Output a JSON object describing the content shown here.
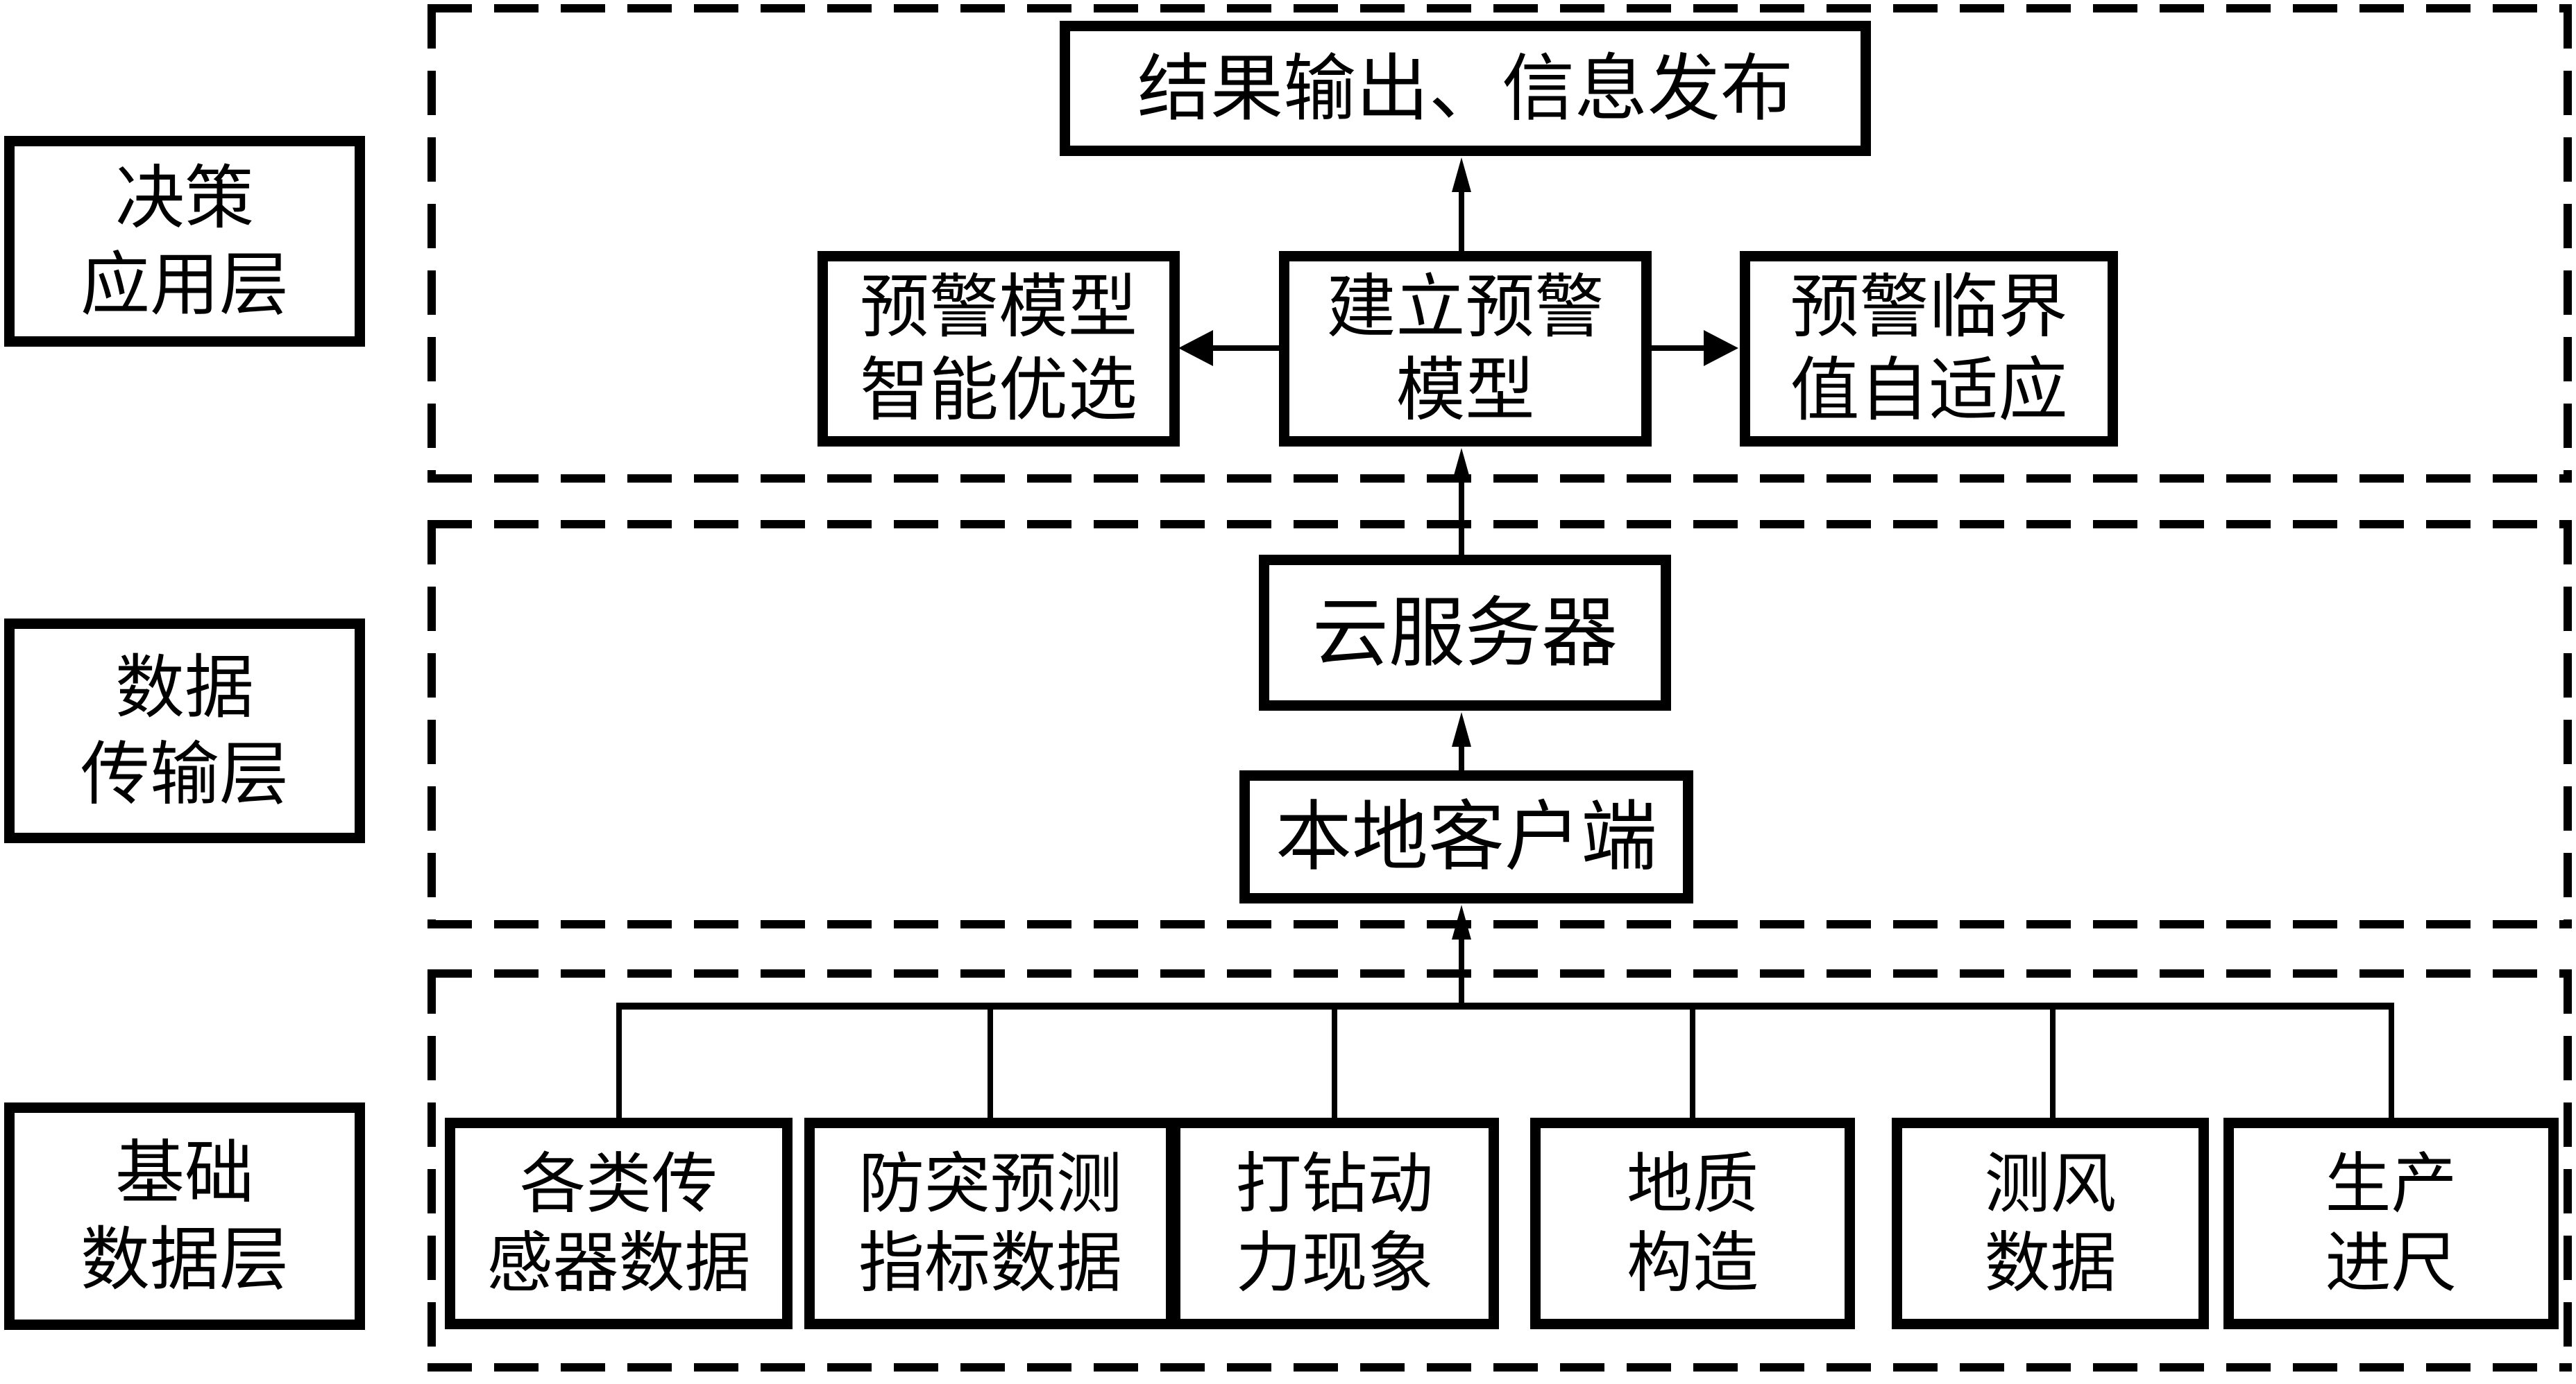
{
  "layer_labels": [
    {
      "line1": "决策",
      "line2": "应用层"
    },
    {
      "line1": "数据",
      "line2": "传输层"
    },
    {
      "line1": "基础",
      "line2": "数据层"
    }
  ],
  "decision_layer": {
    "result_output": "结果输出、信息发布",
    "model_optimize": {
      "line1": "预警模型",
      "line2": "智能优选"
    },
    "build_model": {
      "line1": "建立预警",
      "line2": "模型"
    },
    "threshold_adaptive": {
      "line1": "预警临界",
      "line2": "值自适应"
    }
  },
  "transmission_layer": {
    "cloud_server": "云服务器",
    "local_client": "本地客户端"
  },
  "data_layer": {
    "sources": [
      {
        "line1": "各类传",
        "line2": "感器数据"
      },
      {
        "line1": "防突预测",
        "line2": "指标数据"
      },
      {
        "line1": "打钻动",
        "line2": "力现象"
      },
      {
        "line1": "地质",
        "line2": "构造"
      },
      {
        "line1": "测风",
        "line2": "数据"
      },
      {
        "line1": "生产",
        "line2": "进尺"
      }
    ]
  },
  "colors": {
    "line": "#000000",
    "background": "#ffffff"
  }
}
